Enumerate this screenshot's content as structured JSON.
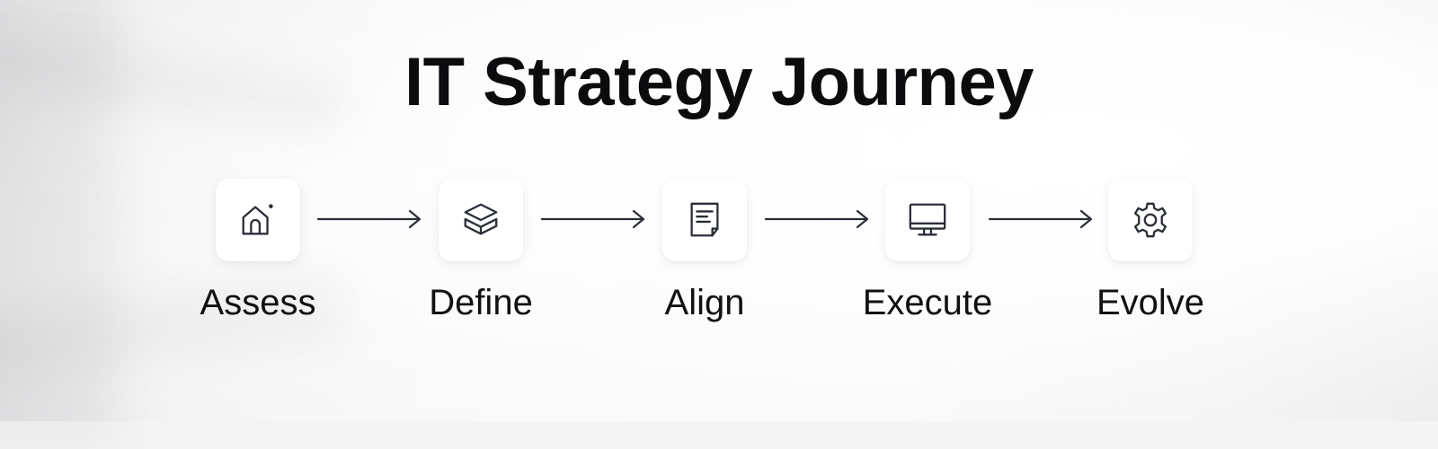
{
  "title": "IT Strategy Journey",
  "steps": [
    {
      "label": "Assess",
      "icon": "home-icon"
    },
    {
      "label": "Define",
      "icon": "layers-icon"
    },
    {
      "label": "Align",
      "icon": "document-icon"
    },
    {
      "label": "Execute",
      "icon": "monitor-icon"
    },
    {
      "label": "Evolve",
      "icon": "gear-icon"
    }
  ],
  "colors": {
    "text": "#0c0c0e",
    "icon_stroke": "#2a2e38",
    "tile": "#ffffff"
  }
}
